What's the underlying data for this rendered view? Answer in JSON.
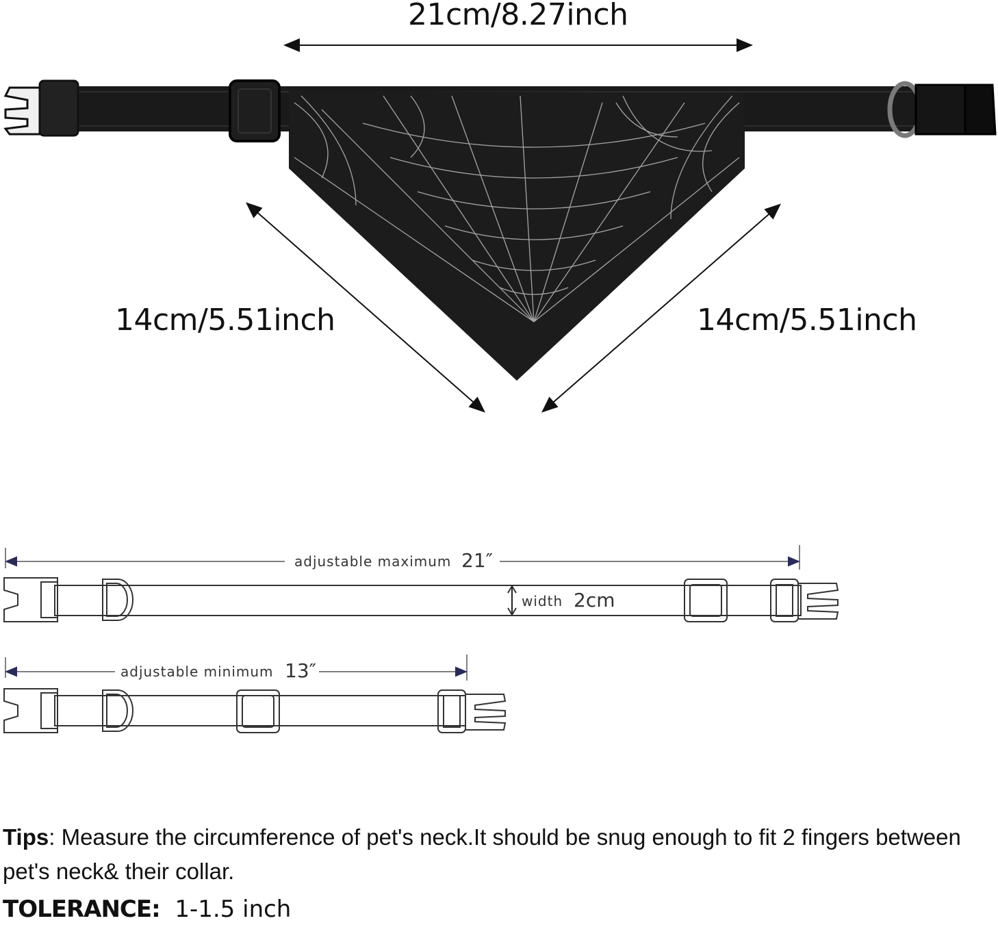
{
  "bandana": {
    "top_width_label": "21cm/8.27inch",
    "left_side_label": "14cm/5.51inch",
    "right_side_label": "14cm/5.51inch",
    "fabric_color": "#1c1c1c",
    "web_color": "#bdbdbd"
  },
  "collar_max": {
    "label": "adjustable maximum",
    "value": "21″",
    "width_label": "width",
    "width_value": "2cm"
  },
  "collar_min": {
    "label": "adjustable minimum",
    "value": "13″"
  },
  "tips": {
    "heading": "Tips",
    "text": ": Measure the circumference of pet's neck.It should be snug enough to fit 2 fingers between pet's neck& their collar."
  },
  "tolerance": {
    "heading": "TOLERANCE:",
    "value": "1-1.5 inch"
  }
}
